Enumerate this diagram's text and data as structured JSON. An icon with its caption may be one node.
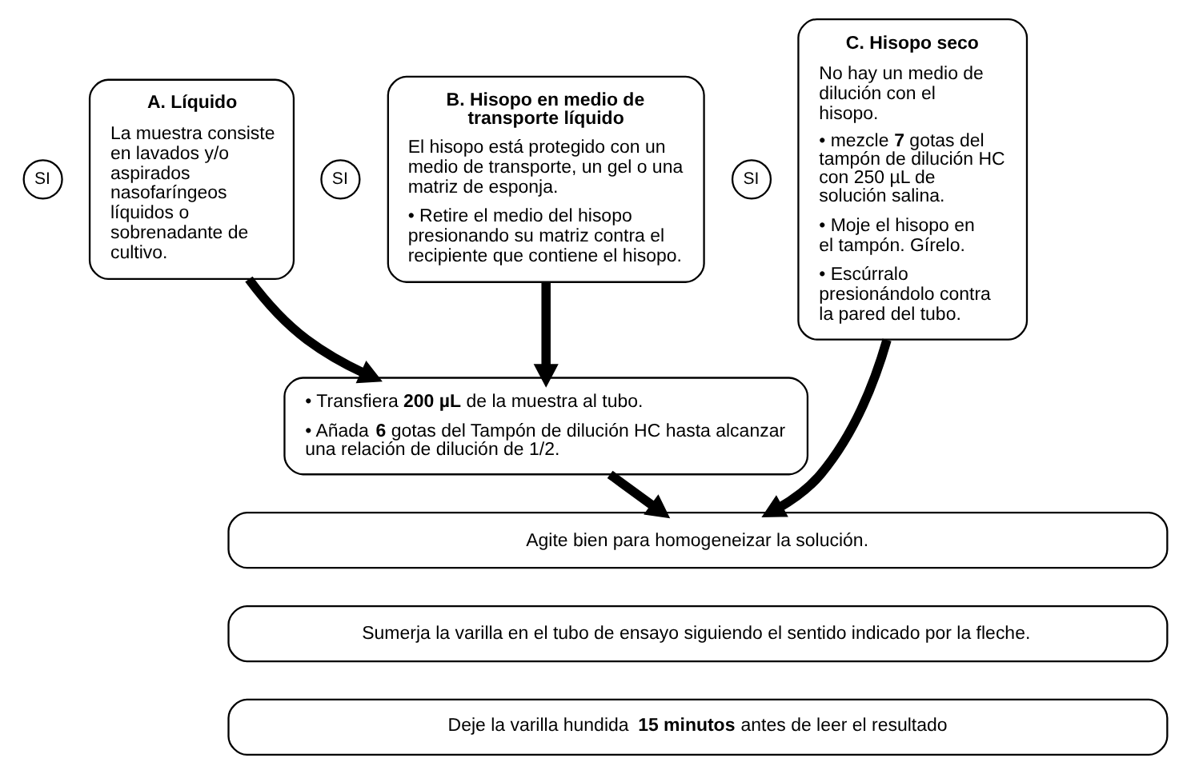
{
  "diagram": {
    "nodes": [
      {
        "text": [
          "SI"
        ]
      },
      {
        "text": [
          "A. Líquido",
          "La muestra consiste en lavados y/o aspirados nasofaríngeos líquidos o sobrenadante de cultivo."
        ]
      },
      {
        "text": [
          "SI"
        ]
      },
      {
        "text": [
          "B. Hisopo en medio de transporte líquido",
          "El hisopo está protegido con un medio de transporte, un gel o una matriz de esponja.",
          "• Retire el medio del hisopo presionando su matriz contra el recipiente que contiene el hisopo."
        ]
      },
      {
        "text": [
          "SI"
        ]
      },
      {
        "text": [
          "C. Hisopo seco",
          "No hay un medio de dilución con el hisopo.",
          "• mezcle **7** gotas del tampón de dilución HC con 250 µL de solución salina.",
          "• Moje el hisopo en el tampón. Gírelo.",
          "• Escúrralo presionándolo contra la pared del tubo."
        ]
      },
      {
        "text": [
          "• Transfiera **200 µL** de la muestra al tubo.",
          "• Añada **6** gotas del Tampón de dilución HC hasta alcanzar una relación de dilución de 1/2."
        ]
      },
      {
        "text": [
          "Agite bien para homogeneizar la solución."
        ]
      },
      {
        "text": [
          "Sumerja la varilla en el tubo de ensayo siguiendo el sentido indicado por la fleche."
        ]
      },
      {
        "text": [
          "Deje la varilla hundida **15 minutos** antes de leer el resultado"
        ]
      }
    ],
    "edges": [
      {
        "from": 1,
        "to": 6,
        "arrow": "to"
      },
      {
        "from": 3,
        "to": 6,
        "arrow": "to"
      },
      {
        "from": 6,
        "to": 7,
        "arrow": "to"
      },
      {
        "from": 5,
        "to": 7,
        "arrow": "to"
      }
    ]
  }
}
